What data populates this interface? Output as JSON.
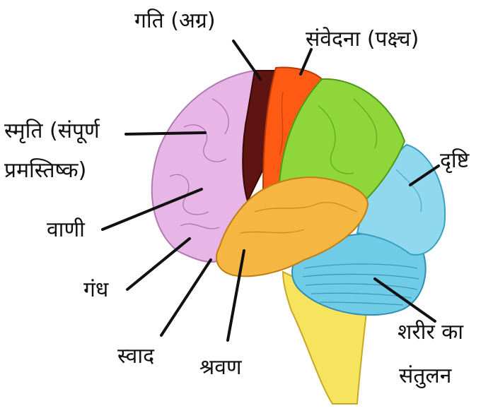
{
  "labels": {
    "gati": "गति (अग्र)",
    "samvedana": "संवेदना (पक्ष्च)",
    "smriti_line1": "स्मृति (संपूर्ण",
    "smriti_line2": "प्रमस्तिष्क)",
    "drishti": "दृष्टि",
    "vani": "वाणी",
    "gandh": "गंध",
    "swad": "स्वाद",
    "shravan": "श्रवण",
    "santulan_line1": "शरीर का",
    "santulan_line2": "संतुलन"
  },
  "colors": {
    "frontal": "#e8b6e6",
    "motor": "#5e1410",
    "sensory": "#ff5a14",
    "parietal": "#8fd63a",
    "occipital": "#8fd8ee",
    "temporal": "#f6b642",
    "cerebellum": "#6fcbe6",
    "brainstem": "#f6e35e"
  }
}
